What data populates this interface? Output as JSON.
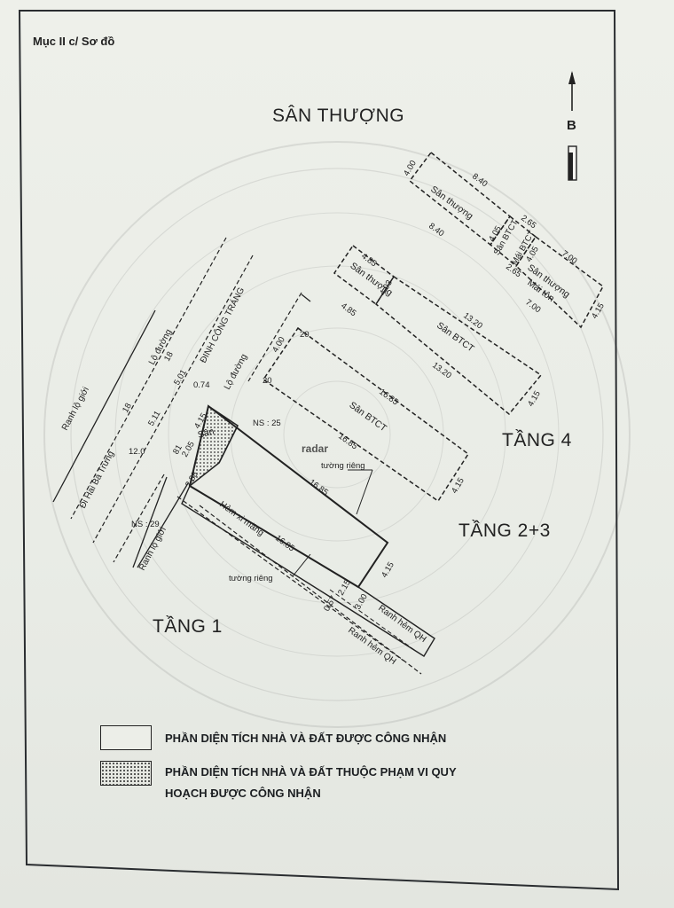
{
  "header": {
    "section_label": "Mục II c/ Sơ đồ"
  },
  "north_arrow": {
    "label": "B",
    "icon": "north-arrow-icon"
  },
  "sections": {
    "roof": "SÂN THƯỢNG",
    "floor4": "TẦNG 4",
    "floor23": "TẦNG 2+3",
    "floor1": "TẦNG 1"
  },
  "roof_plan": {
    "upper_left_label": "Sân thượng",
    "upper_right_label": "Sân thượng",
    "upper_right_label2": "Mái tôn",
    "middle_btct_label": "Sân BTCT",
    "middle_mai_label": "Mái BTCT",
    "dims": {
      "top": "8.40",
      "bottom": "8.40",
      "left": "4.00",
      "mid_top": "2.65",
      "mid_bottom": "2.65",
      "mid_a": "4.05",
      "mid_b": "4.05",
      "right_top": "7.00",
      "right_bottom": "7.00",
      "right_side": "4.15"
    }
  },
  "floor4_plan": {
    "left_label": "Sân thượng",
    "main_label": "Sân BTCT",
    "dims": {
      "a": "4.85",
      "b": "4.85",
      "c": "4.03",
      "top": "13.20",
      "bottom": "13.20",
      "side": "4.15"
    }
  },
  "floor23_plan": {
    "main_label": "Sân BTCT",
    "dims": {
      "top": "16.85",
      "bottom": "16.85",
      "left": "4.00",
      "side": "4.15",
      "corner1": "20",
      "corner2": "20"
    }
  },
  "floor1_plan": {
    "yard_label": "Sân",
    "ns_right": "NS : 25",
    "ns_left": "NS : 29",
    "wall_label": "tường riêng",
    "wall_label_bottom": "tường riêng",
    "alley_label": "Hẻm xi măng",
    "road1": "Lộ đường",
    "road2": "ĐINH CÔNG TRÁNG",
    "road3": "Lộ đường",
    "road4": "Đi Hai Bà Trưng",
    "boundary1": "Ranh lộ giới",
    "boundary2": "Ranh lộ giới",
    "alley_boundary1": "Ranh hẻm QH",
    "alley_boundary2": "Ranh hẻm QH",
    "dims": {
      "top": "16.85",
      "alley": "16.85",
      "side": "4.15",
      "w1": "5.01",
      "w2": "0.74",
      "w3": "5.11",
      "w4": "12.0",
      "w5": "2.05",
      "w6": "2.88",
      "w7": "4.15",
      "w8": "2.15",
      "w9": "3.00",
      "w10": "0.57",
      "s1": "18",
      "s2": "18",
      "s3": "81"
    }
  },
  "watermark": {
    "text": "radar"
  },
  "legend": {
    "item1": "PHẦN DIỆN TÍCH NHÀ VÀ ĐẤT ĐƯỢC CÔNG NHẬN",
    "item2_line1": "PHẦN DIỆN TÍCH NHÀ VÀ ĐẤT THUỘC PHẠM VI QUY",
    "item2_line2": "HOẠCH ĐƯỢC CÔNG NHẬN"
  }
}
